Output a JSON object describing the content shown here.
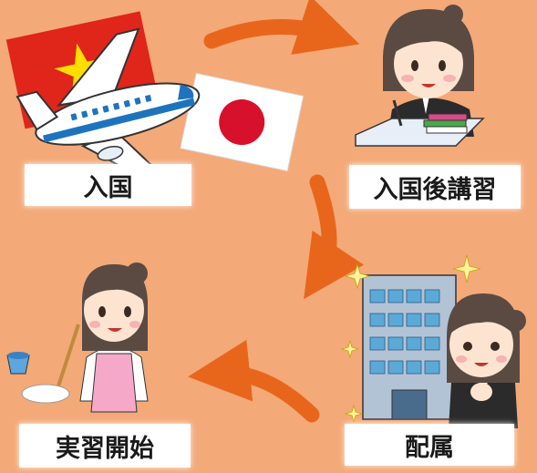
{
  "steps": {
    "entry": "入国",
    "training": "入国後講習",
    "assignment": "配属",
    "start": "実習開始"
  },
  "colors": {
    "background": "#f4a978",
    "arrow": "#e8661c",
    "vietnam_red": "#e0251b",
    "vietnam_star": "#ffde00",
    "japan_red": "#d7102b"
  },
  "icons": [
    "vietnam-flag-icon",
    "japan-flag-icon",
    "airplane-icon",
    "student-studying-icon",
    "office-building-icon",
    "worker-woman-icon",
    "cleaning-woman-icon",
    "sparkle-icon",
    "arrow-icon"
  ]
}
